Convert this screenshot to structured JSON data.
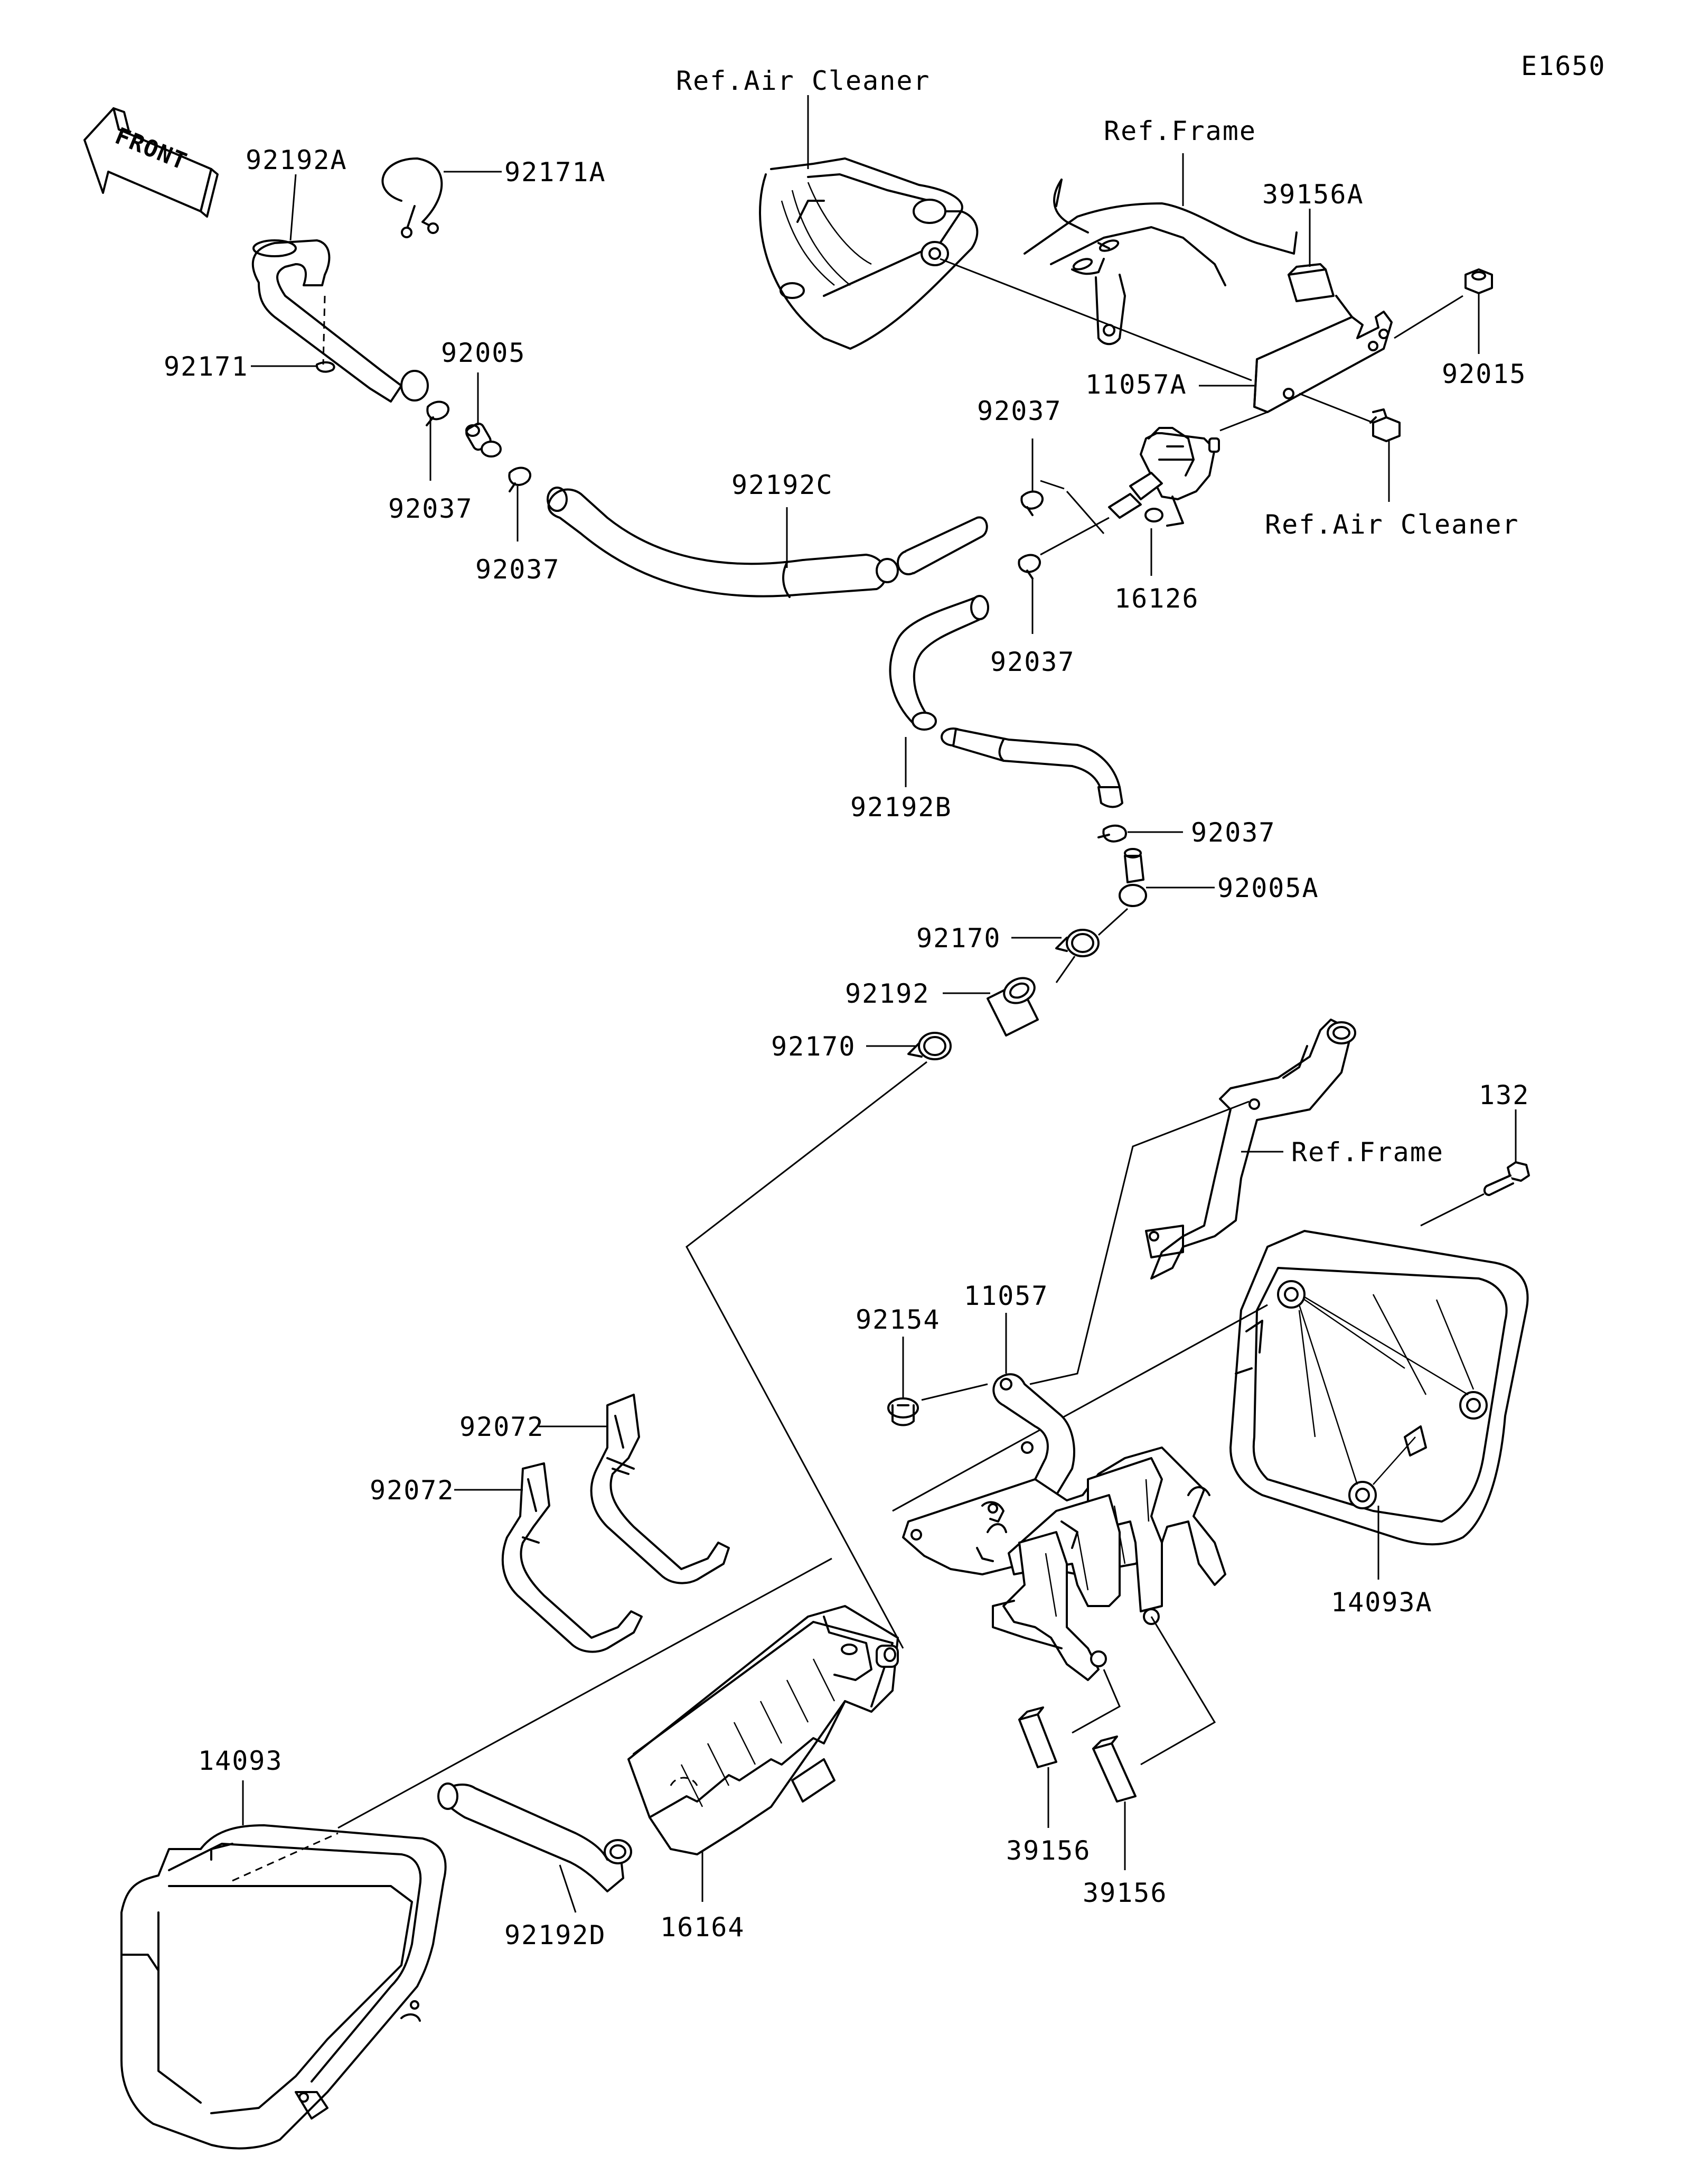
{
  "diagram": {
    "code": "E1650",
    "front_arrow": "FRONT",
    "references": {
      "air_cleaner_top": "Ref.Air Cleaner",
      "frame_top": "Ref.Frame",
      "air_cleaner_bolt": "Ref.Air Cleaner",
      "frame_lower": "Ref.Frame"
    },
    "parts": {
      "p92192A": "92192A",
      "p92171A": "92171A",
      "p92171": "92171",
      "p92005": "92005",
      "p92037_a": "92037",
      "p92037_b": "92037",
      "p92192C": "92192C",
      "p92037_c": "92037",
      "p92037_d": "92037",
      "p16126": "16126",
      "p39156A": "39156A",
      "p11057A": "11057A",
      "p92015": "92015",
      "p92192B": "92192B",
      "p92037_e": "92037",
      "p92005A": "92005A",
      "p92170_a": "92170",
      "p92192": "92192",
      "p92170_b": "92170",
      "p132": "132",
      "p11057": "11057",
      "p92154": "92154",
      "p92072_a": "92072",
      "p92072_b": "92072",
      "p14093A": "14093A",
      "p14093": "14093",
      "p92192D": "92192D",
      "p16164": "16164",
      "p39156_a": "39156",
      "p39156_b": "39156"
    }
  }
}
